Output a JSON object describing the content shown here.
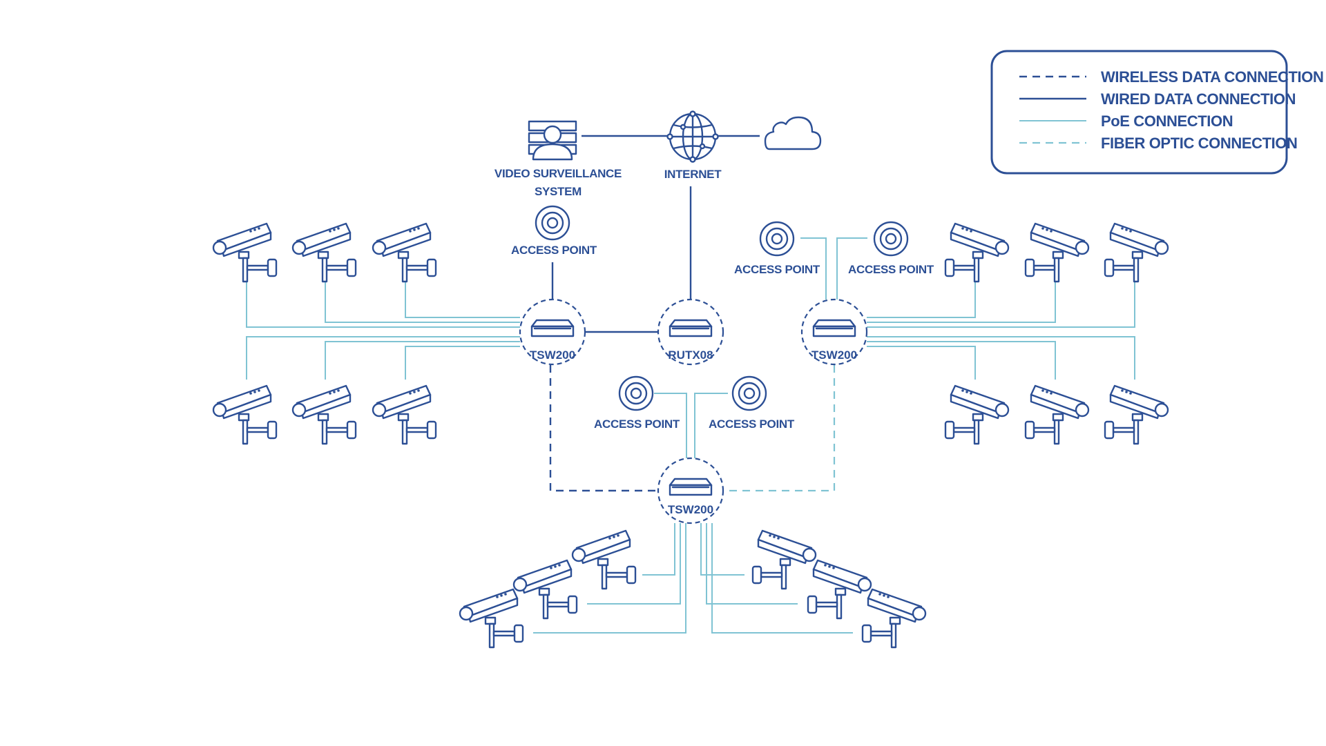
{
  "legend": {
    "items": [
      {
        "label": "WIRELESS DATA CONNECTION",
        "style": "dashed-dark"
      },
      {
        "label": "WIRED DATA CONNECTION",
        "style": "solid-dark"
      },
      {
        "label": "PoE CONNECTION",
        "style": "solid-light"
      },
      {
        "label": "FIBER OPTIC CONNECTION",
        "style": "dashed-light"
      }
    ]
  },
  "nodes": {
    "vss": {
      "label_line1": "VIDEO SURVEILLANCE",
      "label_line2": "SYSTEM",
      "icon": "server-user-icon"
    },
    "internet": {
      "label": "INTERNET",
      "icon": "globe-icon"
    },
    "cloud": {
      "icon": "cloud-icon"
    },
    "router": {
      "label": "RUTX08",
      "icon": "router-icon"
    },
    "switch_left": {
      "label": "TSW200",
      "icon": "switch-icon"
    },
    "switch_right": {
      "label": "TSW200",
      "icon": "switch-icon"
    },
    "switch_bottom": {
      "label": "TSW200",
      "icon": "switch-icon"
    },
    "access_points": [
      {
        "label": "ACCESS POINT"
      },
      {
        "label": "ACCESS POINT"
      },
      {
        "label": "ACCESS POINT"
      },
      {
        "label": "ACCESS POINT"
      },
      {
        "label": "ACCESS POINT"
      }
    ]
  },
  "colors": {
    "primary": "#2c4f95",
    "poe": "#7fc3d3",
    "background": "#ffffff"
  }
}
